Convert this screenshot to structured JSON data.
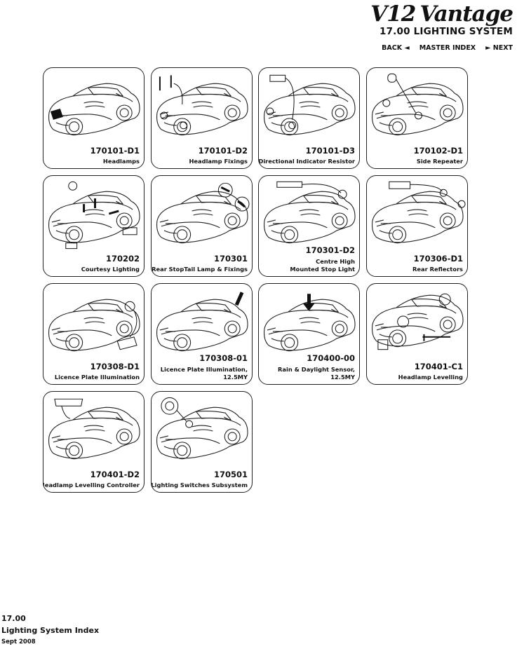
{
  "header": {
    "logo_v12": "V12",
    "logo_vantage": "Vantage",
    "section_title": "17.00 LIGHTING SYSTEM",
    "nav": {
      "back": "BACK ◄",
      "master_index": "MASTER INDEX",
      "next": "► NEXT"
    }
  },
  "tiles": [
    {
      "code": "170101-D1",
      "caption": "Headlamps"
    },
    {
      "code": "170101-D2",
      "caption": "Headlamp Fixings"
    },
    {
      "code": "170101-D3",
      "caption": "Directional Indicator Resistor"
    },
    {
      "code": "170102-D1",
      "caption": "Side Repeater"
    },
    {
      "code": "170202",
      "caption": "Courtesy Lighting"
    },
    {
      "code": "170301",
      "caption": "Rear StopTail Lamp & Fixings"
    },
    {
      "code": "170301-D2",
      "caption_line1": "Centre High",
      "caption_line2": "Mounted Stop Light"
    },
    {
      "code": "170306-D1",
      "caption": "Rear Reflectors"
    },
    {
      "code": "170308-D1",
      "caption": "Licence Plate Illumination"
    },
    {
      "code": "170308-01",
      "caption_line1": "Licence Plate Illumination,",
      "caption_line2": "12.5MY"
    },
    {
      "code": "170400-00",
      "caption_line1": "Rain & Daylight Sensor,",
      "caption_line2": "12.5MY"
    },
    {
      "code": "170401-C1",
      "caption": "Headlamp Levelling"
    },
    {
      "code": "170401-D2",
      "caption": "Headlamp Levelling Controller"
    },
    {
      "code": "170501",
      "caption": "Lighting Switches Subsystem"
    }
  ],
  "footer": {
    "number": "17.00",
    "title": "Lighting System Index",
    "date": "Sept 2008"
  }
}
